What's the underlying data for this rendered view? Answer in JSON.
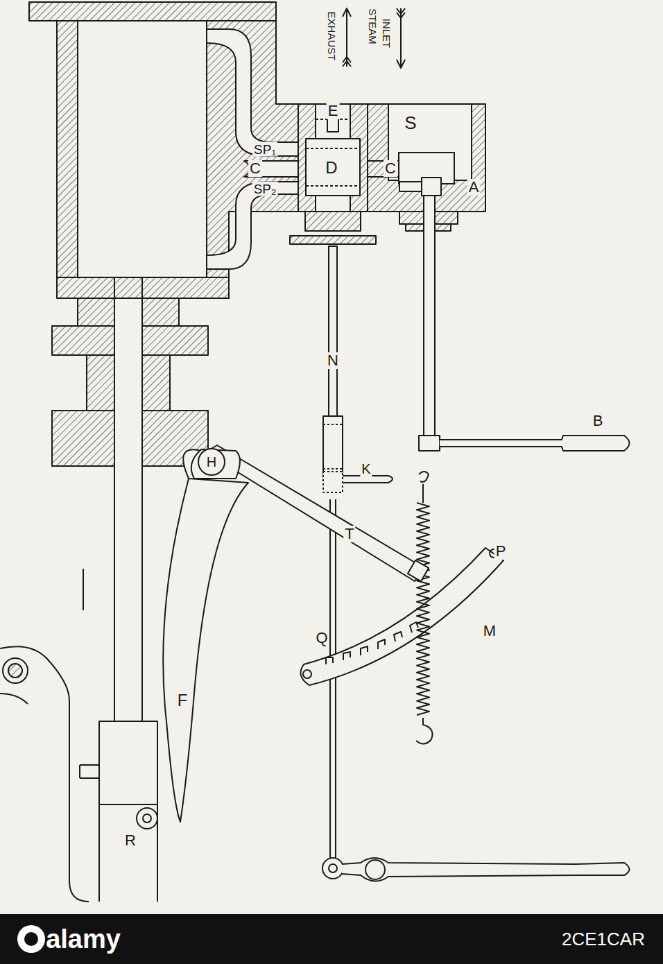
{
  "diagram": {
    "labels": [
      "EXHAUST",
      "STEAM",
      "INLET",
      "E",
      "S",
      "SP₁",
      "C",
      "D",
      "C",
      "A",
      "SP₂",
      "N",
      "B",
      "H",
      "K",
      "T",
      "P",
      "Q",
      "M",
      "F",
      "R",
      "alamy",
      "2CE1CAR"
    ]
  }
}
